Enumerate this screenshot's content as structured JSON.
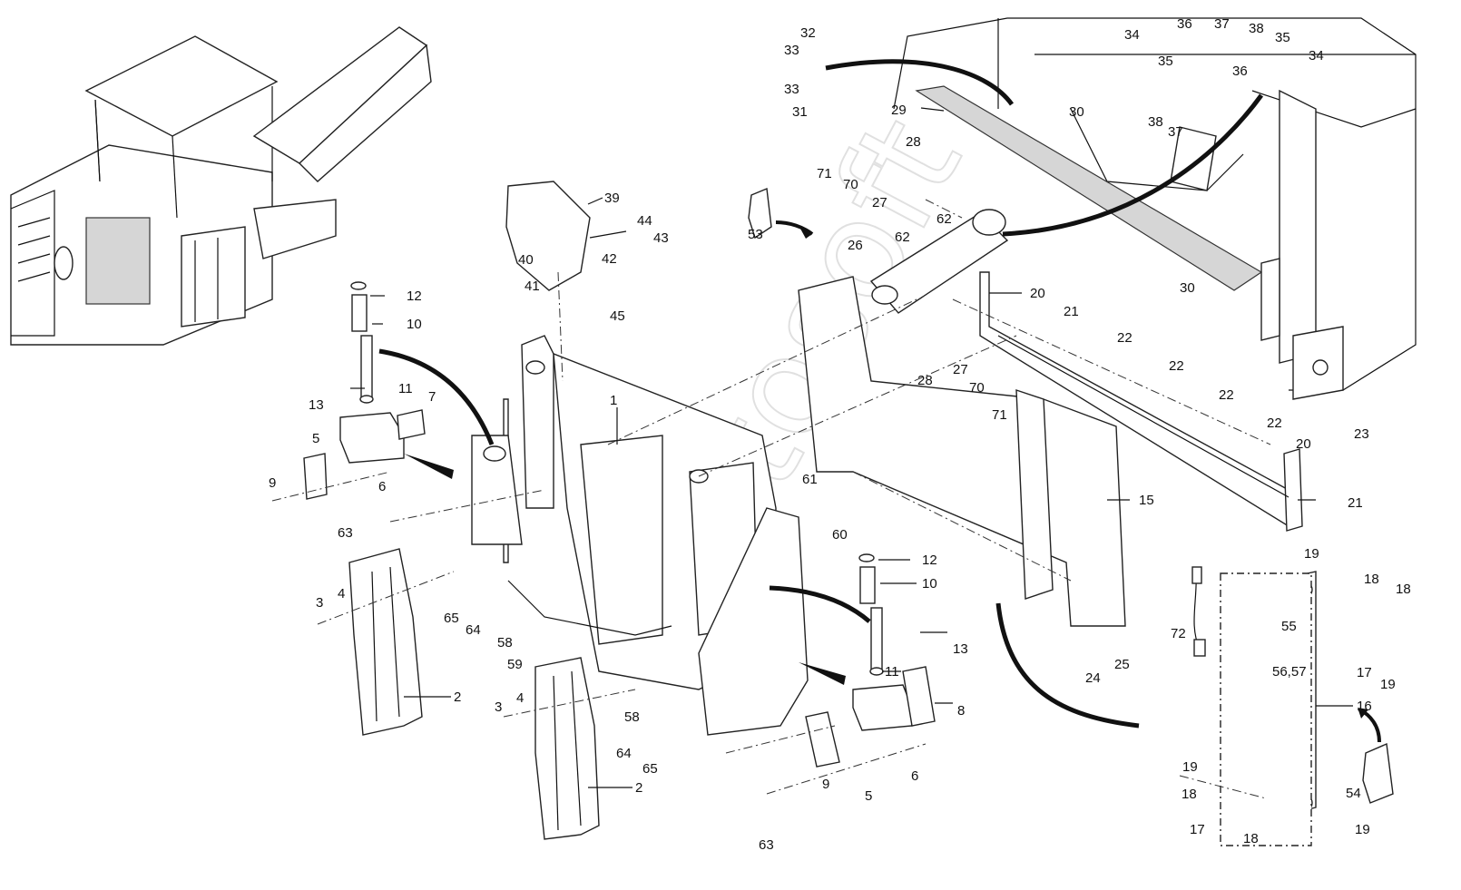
{
  "diagram": {
    "watermark": "autosoft",
    "callouts": [
      {
        "id": "c1",
        "text": "1"
      },
      {
        "id": "c2a",
        "text": "2"
      },
      {
        "id": "c2b",
        "text": "2"
      },
      {
        "id": "c3a",
        "text": "3"
      },
      {
        "id": "c3b",
        "text": "3"
      },
      {
        "id": "c4a",
        "text": "4"
      },
      {
        "id": "c4b",
        "text": "4"
      },
      {
        "id": "c5a",
        "text": "5"
      },
      {
        "id": "c5b",
        "text": "5"
      },
      {
        "id": "c6a",
        "text": "6"
      },
      {
        "id": "c6b",
        "text": "6"
      },
      {
        "id": "c7",
        "text": "7"
      },
      {
        "id": "c8",
        "text": "8"
      },
      {
        "id": "c9a",
        "text": "9"
      },
      {
        "id": "c9b",
        "text": "9"
      },
      {
        "id": "c10a",
        "text": "10"
      },
      {
        "id": "c10b",
        "text": "10"
      },
      {
        "id": "c11a",
        "text": "11"
      },
      {
        "id": "c11b",
        "text": "11"
      },
      {
        "id": "c12a",
        "text": "12"
      },
      {
        "id": "c12b",
        "text": "12"
      },
      {
        "id": "c13a",
        "text": "13"
      },
      {
        "id": "c13b",
        "text": "13"
      },
      {
        "id": "c15",
        "text": "15"
      },
      {
        "id": "c16",
        "text": "16"
      },
      {
        "id": "c17a",
        "text": "17"
      },
      {
        "id": "c17b",
        "text": "17"
      },
      {
        "id": "c18a",
        "text": "18"
      },
      {
        "id": "c18b",
        "text": "18"
      },
      {
        "id": "c18c",
        "text": "18"
      },
      {
        "id": "c18d",
        "text": "18"
      },
      {
        "id": "c19a",
        "text": "19"
      },
      {
        "id": "c19b",
        "text": "19"
      },
      {
        "id": "c19c",
        "text": "19"
      },
      {
        "id": "c19d",
        "text": "19"
      },
      {
        "id": "c20a",
        "text": "20"
      },
      {
        "id": "c20b",
        "text": "20"
      },
      {
        "id": "c21a",
        "text": "21"
      },
      {
        "id": "c21b",
        "text": "21"
      },
      {
        "id": "c22a",
        "text": "22"
      },
      {
        "id": "c22b",
        "text": "22"
      },
      {
        "id": "c22c",
        "text": "22"
      },
      {
        "id": "c22d",
        "text": "22"
      },
      {
        "id": "c23",
        "text": "23"
      },
      {
        "id": "c24",
        "text": "24"
      },
      {
        "id": "c25",
        "text": "25"
      },
      {
        "id": "c26",
        "text": "26"
      },
      {
        "id": "c27a",
        "text": "27"
      },
      {
        "id": "c27b",
        "text": "27"
      },
      {
        "id": "c28a",
        "text": "28"
      },
      {
        "id": "c28b",
        "text": "28"
      },
      {
        "id": "c29",
        "text": "29"
      },
      {
        "id": "c30a",
        "text": "30"
      },
      {
        "id": "c30b",
        "text": "30"
      },
      {
        "id": "c31",
        "text": "31"
      },
      {
        "id": "c32",
        "text": "32"
      },
      {
        "id": "c33a",
        "text": "33"
      },
      {
        "id": "c33b",
        "text": "33"
      },
      {
        "id": "c34a",
        "text": "34"
      },
      {
        "id": "c34b",
        "text": "34"
      },
      {
        "id": "c35a",
        "text": "35"
      },
      {
        "id": "c35b",
        "text": "35"
      },
      {
        "id": "c36a",
        "text": "36"
      },
      {
        "id": "c36b",
        "text": "36"
      },
      {
        "id": "c37a",
        "text": "37"
      },
      {
        "id": "c37b",
        "text": "37"
      },
      {
        "id": "c38a",
        "text": "38"
      },
      {
        "id": "c38b",
        "text": "38"
      },
      {
        "id": "c39",
        "text": "39"
      },
      {
        "id": "c40",
        "text": "40"
      },
      {
        "id": "c41",
        "text": "41"
      },
      {
        "id": "c42",
        "text": "42"
      },
      {
        "id": "c43",
        "text": "43"
      },
      {
        "id": "c44",
        "text": "44"
      },
      {
        "id": "c45",
        "text": "45"
      },
      {
        "id": "c53",
        "text": "53"
      },
      {
        "id": "c54",
        "text": "54"
      },
      {
        "id": "c55",
        "text": "55"
      },
      {
        "id": "c5657",
        "text": "56,57"
      },
      {
        "id": "c58a",
        "text": "58"
      },
      {
        "id": "c58b",
        "text": "58"
      },
      {
        "id": "c59",
        "text": "59"
      },
      {
        "id": "c60",
        "text": "60"
      },
      {
        "id": "c61",
        "text": "61"
      },
      {
        "id": "c62a",
        "text": "62"
      },
      {
        "id": "c62b",
        "text": "62"
      },
      {
        "id": "c63a",
        "text": "63"
      },
      {
        "id": "c63b",
        "text": "63"
      },
      {
        "id": "c64a",
        "text": "64"
      },
      {
        "id": "c64b",
        "text": "64"
      },
      {
        "id": "c65a",
        "text": "65"
      },
      {
        "id": "c65b",
        "text": "65"
      },
      {
        "id": "c70a",
        "text": "70"
      },
      {
        "id": "c70b",
        "text": "70"
      },
      {
        "id": "c71a",
        "text": "71"
      },
      {
        "id": "c71b",
        "text": "71"
      },
      {
        "id": "c72",
        "text": "72"
      }
    ]
  }
}
